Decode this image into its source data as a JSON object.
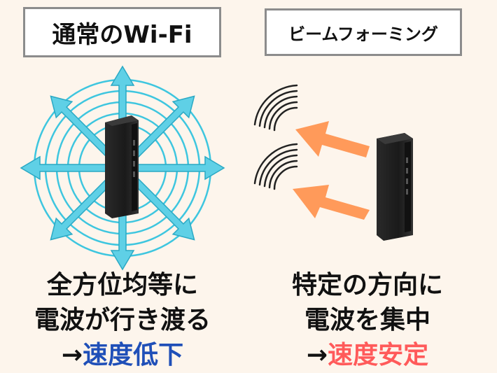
{
  "left": {
    "title": "通常のWi-Fi",
    "caption_line1": "全方位均等に",
    "caption_line2": "電波が行き渡る",
    "arrow": "→",
    "result": "速度低下"
  },
  "right": {
    "title": "ビームフォーミング",
    "caption_line1": "特定の方向に",
    "caption_line2": "電波を集中",
    "arrow": "→",
    "result": "速度安定"
  },
  "colors": {
    "wave_cyan": "#3ec6df",
    "beam_orange": "#ff9a5a",
    "router": "#1c1c1c",
    "result_blue": "#1f4fb8",
    "result_red": "#ff5a5a"
  }
}
